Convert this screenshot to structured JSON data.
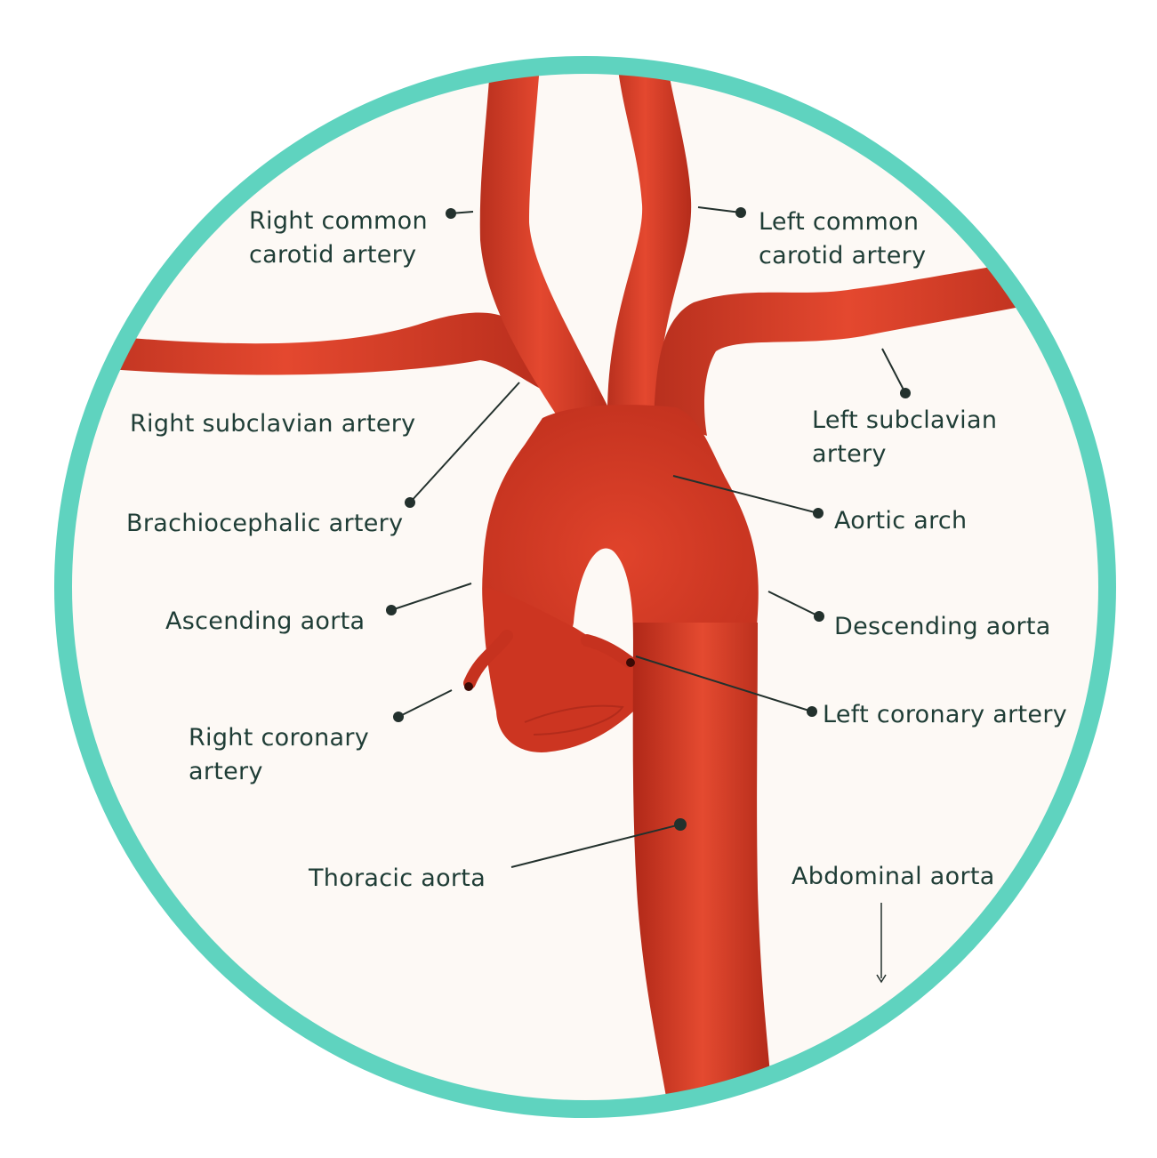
{
  "labels": {
    "right_common_carotid": [
      "Right common",
      "carotid artery"
    ],
    "left_common_carotid": [
      "Left common",
      "carotid artery"
    ],
    "right_subclavian": "Right subclavian artery",
    "left_subclavian": [
      "Left subclavian",
      "artery"
    ],
    "brachiocephalic": "Brachiocephalic artery",
    "aortic_arch": "Aortic arch",
    "ascending_aorta": "Ascending aorta",
    "descending_aorta": "Descending aorta",
    "left_coronary": "Left coronary artery",
    "right_coronary": [
      "Right coronary",
      "artery"
    ],
    "thoracic_aorta": "Thoracic aorta",
    "abdominal_aorta": "Abdominal aorta"
  },
  "colors": {
    "ring": "#5fd3bf",
    "background": "#fdf9f5",
    "artery": "#d63a26",
    "artery_dark": "#b12a1a",
    "artery_light": "#ea5a3f",
    "text": "#1f3d36"
  }
}
